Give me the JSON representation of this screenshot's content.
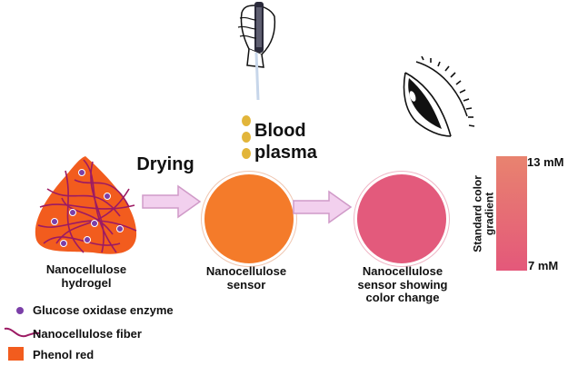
{
  "labels": {
    "hydrogel": [
      "Nanocellulose",
      "hydrogel"
    ],
    "drying": "Drying",
    "sensor": [
      "Nanocellulose",
      "sensor"
    ],
    "blood_plasma": [
      "Blood",
      "plasma"
    ],
    "color_change": [
      "Nanocellulose",
      "sensor showing",
      "color change"
    ],
    "gradient_title": [
      "Standard color",
      "gradient"
    ],
    "gradient_high": "13 mM",
    "gradient_low": "7 mM"
  },
  "legend": {
    "enzyme": "Glucose oxidase enzyme",
    "fiber": "Nanocellulose fiber",
    "phenol": "Phenol red"
  },
  "colors": {
    "hydrogel": "#f25c1e",
    "fiber": "#9c1a63",
    "enzyme": "#7b3fa8",
    "sensor": "#f47b2a",
    "changed": "#e35a7c",
    "arrow_fill": "#f2d0ee",
    "arrow_stroke": "#d09ac8",
    "gradient_top": "#e8836f",
    "gradient_bottom": "#e4587a",
    "drop": "#e2b53a"
  }
}
